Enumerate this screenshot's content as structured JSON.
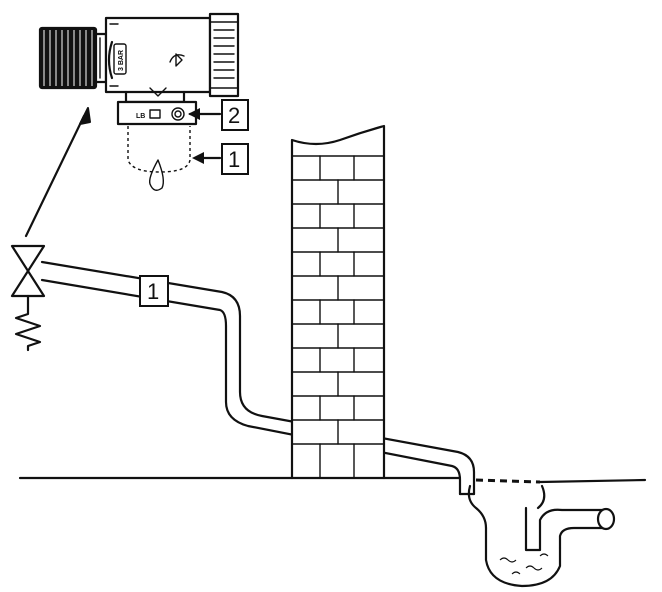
{
  "callouts": {
    "valve_outlet": "2",
    "drain_funnel": "1",
    "drain_pipe": "1"
  },
  "valve_body_marks": {
    "side_mark": "3 BAR",
    "body_mark": "LB"
  },
  "colors": {
    "line": "#111111",
    "background": "#ffffff"
  }
}
